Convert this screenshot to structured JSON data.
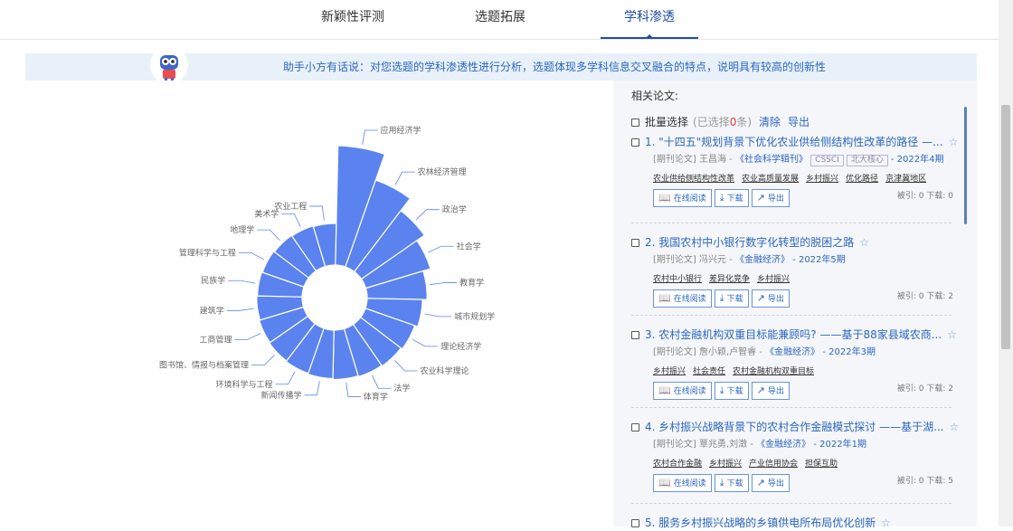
{
  "nav": {
    "tabs": [
      {
        "label": "新颖性评测",
        "active": false
      },
      {
        "label": "选题拓展",
        "active": false
      },
      {
        "label": "学科渗透",
        "active": true
      }
    ]
  },
  "banner": {
    "message": "助手小方有话说：对您选题的学科渗透性进行分析，选题体现多学科信息交叉融合的特点，说明具有较高的创新性"
  },
  "chart_data": {
    "type": "nightingale-rose",
    "title": "",
    "categories": [
      "应用经济学",
      "农林经济管理",
      "政治学",
      "社会学",
      "教育学",
      "城市规划学",
      "理论经济学",
      "农业科学理论",
      "法学",
      "体育学",
      "新闻传播学",
      "环境科学与工程",
      "图书馆、情报与档案管理",
      "工商管理",
      "建筑学",
      "民族学",
      "管理科学与工程",
      "地理学",
      "美术学",
      "农业工程"
    ],
    "values": [
      10,
      8.2,
      7.2,
      6.6,
      6.1,
      5.8,
      5.6,
      5.5,
      5.45,
      5.4,
      5.35,
      5.3,
      5.25,
      5.2,
      5.15,
      5.1,
      5.05,
      5.0,
      4.95,
      4.9
    ],
    "color": "#5b83ef"
  },
  "right": {
    "title": "相关论文:",
    "batch_label": "批量选择",
    "selected_prefix": "(已选择",
    "selected_count": "0",
    "selected_suffix": "条)",
    "clear_label": "清除",
    "export_label": "导出",
    "articles": [
      {
        "title": "1. \"十四五\"规划背景下优化农业供给侧结构性改革的路径 —...",
        "type": "[期刊论文]",
        "authors": "王昌海 -",
        "journal": "《社会科学辑刊》",
        "badges": [
          "CSSCI",
          "北大核心"
        ],
        "date": "- 2022年4期",
        "keywords": [
          "农业供给侧结构性改革",
          "农业高质量发展",
          "乡村振兴",
          "优化路径",
          "京津冀地区"
        ],
        "read": "在线阅读",
        "download": "下载",
        "export": "导出",
        "stats": "被引: 0   下载: 0"
      },
      {
        "title": "2. 我国农村中小银行数字化转型的脱困之路",
        "type": "[期刊论文]",
        "authors": "冯兴元 -",
        "journal": "《金融经济》",
        "badges": [],
        "date": "- 2022年5期",
        "keywords": [
          "农村中小银行",
          "差异化竞争",
          "乡村振兴"
        ],
        "read": "在线阅读",
        "download": "下载",
        "export": "导出",
        "stats": "被引: 0   下载: 2"
      },
      {
        "title": "3. 农村金融机构双重目标能兼顾吗? ——基于88家县域农商...",
        "type": "[期刊论文]",
        "authors": "詹小颖,卢智睿 -",
        "journal": "《金融经济》",
        "badges": [],
        "date": "- 2022年3期",
        "keywords": [
          "乡村振兴",
          "社会责任",
          "农村金融机构双重目标"
        ],
        "read": "在线阅读",
        "download": "下载",
        "export": "导出",
        "stats": "被引: 0   下载: 2"
      },
      {
        "title": "4. 乡村振兴战略背景下的农村合作金融模式探讨 ——基于湖...",
        "type": "[期刊论文]",
        "authors": "覃兆勇,刘澂 -",
        "journal": "《金融经济》",
        "badges": [],
        "date": "- 2022年1期",
        "keywords": [
          "农村合作金融",
          "乡村振兴",
          "产业信用协会",
          "担保互助"
        ],
        "read": "在线阅读",
        "download": "下载",
        "export": "导出",
        "stats": "被引: 0   下载: 5"
      },
      {
        "title": "5. 服务乡村振兴战略的乡镇供电所布局优化创新",
        "type": "",
        "authors": "",
        "journal": "",
        "badges": [],
        "date": "",
        "keywords": [],
        "read": "",
        "download": "",
        "export": "",
        "stats": ""
      }
    ]
  }
}
